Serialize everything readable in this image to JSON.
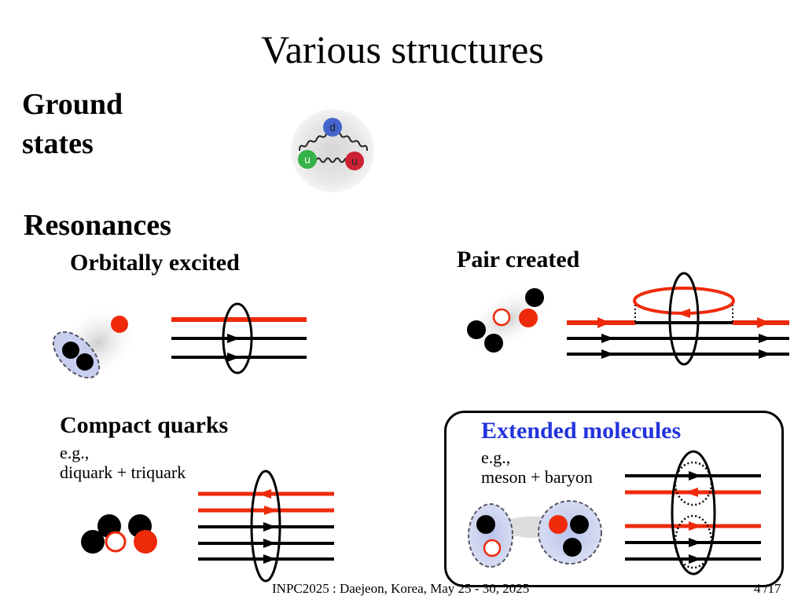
{
  "title": "Various structures",
  "ground": {
    "label": "Ground states",
    "quarks": [
      "d",
      "u",
      "u"
    ]
  },
  "resonances": {
    "label": "Resonances"
  },
  "orbital": {
    "label": "Orbitally excited"
  },
  "pair": {
    "label": "Pair created"
  },
  "compact": {
    "label": "Compact quarks",
    "eg": "e.g.,",
    "desc": "diquark + triquark"
  },
  "extended": {
    "label": "Extended molecules",
    "eg": "e.g.,",
    "desc": "meson + baryon"
  },
  "footer": {
    "text": "INPC2025 : Daejeon, Korea, May 25 - 30, 2025",
    "page": "4 /17"
  },
  "colors": {
    "quark_red": "#ee2a0b",
    "highlight_blue": "#2233dd",
    "quark_d": "#4466cc",
    "quark_u1": "#33b348",
    "quark_u2": "#cc2233"
  }
}
